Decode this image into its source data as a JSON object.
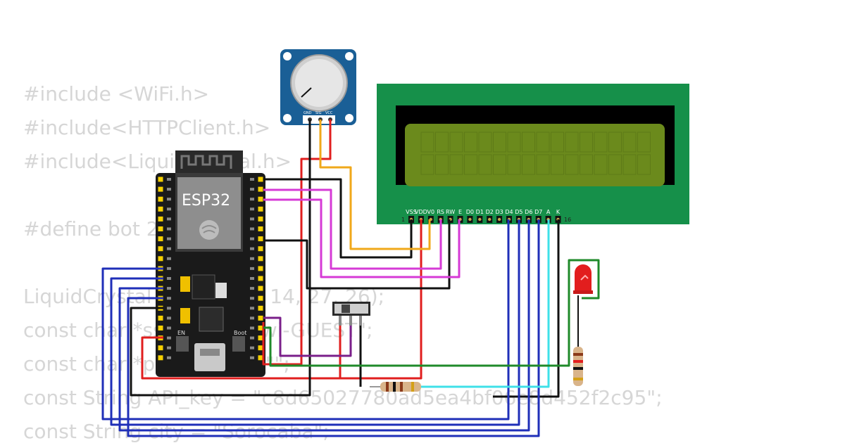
{
  "code_lines": [
    "#include <WiFi.h>",
    "#include<HTTPClient.h>",
    "#include<LiquidCrystal.h>",
    "",
    "#define bot 2",
    "",
    "LiquidCrystal lcd(13, 12, 14, 27, 26);",
    "const char *ssid = \"Wokwi-GUEST\";",
    "const char *password = \"\";",
    "const String API_key = \"c8d65027780ad5ea4bf06e8d452f2c95\";",
    "const String city = \"Sorocaba\";"
  ],
  "esp32": {
    "label": "ESP32",
    "en_label": "EN",
    "boot_label": "Boot"
  },
  "potentiometer": {
    "pins": [
      "GND",
      "SIG",
      "VCC"
    ]
  },
  "lcd": {
    "pins": [
      "VSS",
      "VDD",
      "V0",
      "RS",
      "RW",
      "E",
      "D0",
      "D1",
      "D2",
      "D3",
      "D4",
      "D5",
      "D6",
      "D7",
      "A",
      "K"
    ],
    "first_pin_number": "1",
    "last_pin_number": "16"
  },
  "colors": {
    "wire_red": "#e01e1e",
    "wire_black": "#111111",
    "wire_orange": "#f0a81a",
    "wire_magenta": "#d63ad6",
    "wire_blue": "#1f2fb8",
    "wire_cyan": "#3fe0e8",
    "wire_green": "#1f8a2a",
    "wire_purple": "#7a1f8a",
    "lcd_board": "#16904a",
    "lcd_screen": "#6b8a1c",
    "pot_board": "#1a5f96",
    "esp_board": "#1a1a1a"
  }
}
